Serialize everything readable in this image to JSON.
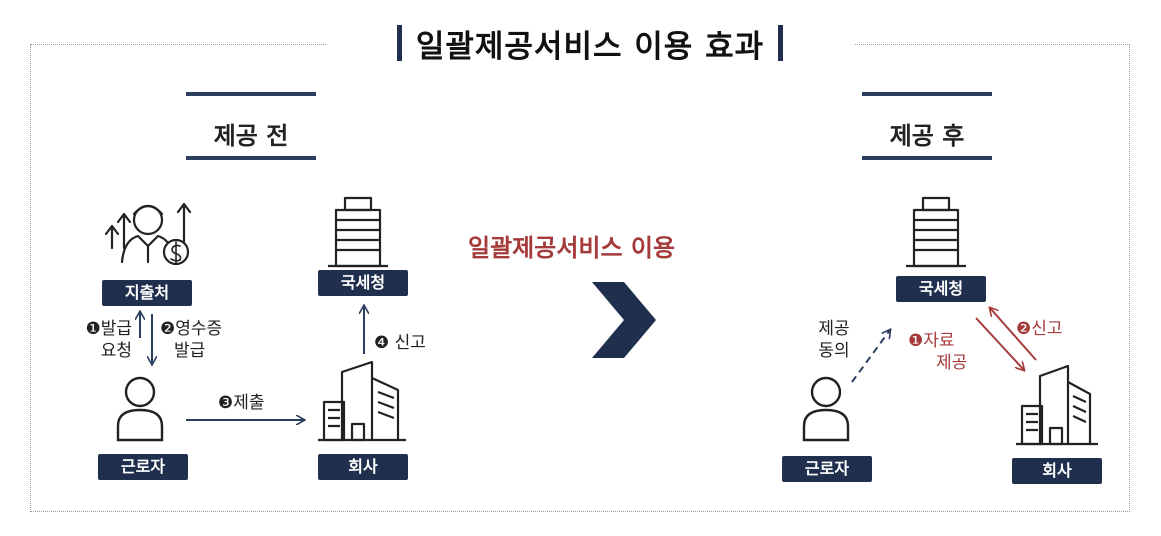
{
  "title": "일괄제공서비스 이용 효과",
  "before": {
    "heading": "제공 전",
    "expenditure_label": "지출처",
    "nts_label": "국세청",
    "worker_label": "근로자",
    "company_label": "회사",
    "step1_line1": "❶발급",
    "step1_line2": "요청",
    "step2_line1": "❷영수증",
    "step2_line2": "발급",
    "step3": "❸제출",
    "step4": "❹ 신고"
  },
  "middle_text": "일괄제공서비스 이용",
  "after": {
    "heading": "제공 후",
    "nts_label": "국세청",
    "worker_label": "근로자",
    "company_label": "회사",
    "consent_line1": "제공",
    "consent_line2": "동의",
    "step1_line1": "❶자료",
    "step1_line2": "제공",
    "step2": "❷신고"
  },
  "colors": {
    "navy": "#1f2f4d",
    "red": "#a53a3a"
  }
}
